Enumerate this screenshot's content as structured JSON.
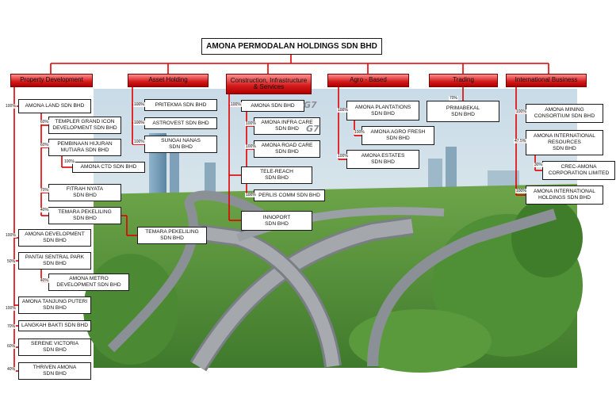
{
  "title": "AMONA PERMODALAN HOLDINGS SDN BHD",
  "divisions": {
    "property": "Property Development",
    "asset": "Asset Holding",
    "construction": "Construction, Infrastructure\n& Services",
    "agro": "Agro - Based",
    "trading": "Trading",
    "international": "International Business"
  },
  "companies": {
    "amona_land": "AMONA LAND SDN BHD",
    "templer": "TEMPLER GRAND ICON\nDEVELOPMENT SDN BHD",
    "pembinaan": "PEMBINAAN HIJURAN\nMUTIARA SDN BHD",
    "amona_ctd": "AMONA CTD SDN BHD",
    "fitrah": "FITRAH NYATA\nSDN BHD",
    "temara1": "TEMARA PEKELILING\nSDN BHD",
    "temara2": "TEMARA PEKELILING\nSDN BHD",
    "amona_dev": "AMONA DEVELOPMENT\nSDN BHD",
    "pantai": "PANTAI SENTRAL PARK\nSDN BHD",
    "metro": "AMONA METRO\nDEVELOPMENT SDN BHD",
    "tanjung": "AMONA TANJUNG PUTERI\nSDN BHD",
    "langkah": "LANGKAH BAKTI SDN BHD",
    "serene": "SERENE VICTORIA\nSDN BHD",
    "thriven": "THRIVEN AMONA\nSDN BHD",
    "pritekma": "PRITEKMA SDN BHD",
    "astrovest": "ASTROVEST SDN BHD",
    "sungai": "SUNGAI NANAS\nSDN BHD",
    "amona_sdn": "AMONA SDN BHD",
    "infra_care": "AMONA INFRA CARE\nSDN BHD",
    "road_care": "AMONA ROAD CARE\nSDN BHD",
    "tele_reach": "TELE-REACH\nSDN BHD",
    "perlis": "PERLIS COMM SDN BHD",
    "innoport": "INNOPORT\nSDN BHD",
    "plantations": "AMONA PLANTATIONS\nSDN BHD",
    "agro_fresh": "AMONA AGRO FRESH\nSDN BHD",
    "estates": "AMONA ESTATES\nSDN BHD",
    "primabekal": "PRIMABEKAL\nSDN BHD",
    "mining": "AMONA MINING\nCONSORTIUM SDN BHD",
    "resources": "AMONA INTERNATIONAL\nRESOURCES\nSDN BHD",
    "crec": "CREC-AMONA\nCORPORATION LIMITED",
    "intl_holdings": "AMONA INTERNATIONAL\nHOLDINGS SDN BHD"
  },
  "percentages": {
    "amona_land": "100%",
    "templer": "60%",
    "pembinaan": "60%",
    "amona_ctd": "100%",
    "fitrah": "70%",
    "temara1": "40%",
    "amona_dev": "100%",
    "pantai": "50%",
    "metro": "40%",
    "tanjung": "100%",
    "langkah": "70%",
    "serene": "60%",
    "thriven": "40%",
    "pritekma": "100%",
    "astrovest": "100%",
    "sungai": "100%",
    "amona_sdn": "100%",
    "infra_care": "100%",
    "road_care": "100%",
    "perlis": "100%",
    "plantations": "100%",
    "agro_fresh": "100%",
    "estates": "100%",
    "primabekal": "70%",
    "mining": "100%",
    "resources": "47.5%",
    "crec": "30%",
    "intl_holdings": "100%"
  },
  "logo_mark": "G7",
  "colors": {
    "line": "#e00000",
    "header_top": "#ff8f8f",
    "header_bottom": "#b00000",
    "box_border": "#1a1a1a"
  }
}
